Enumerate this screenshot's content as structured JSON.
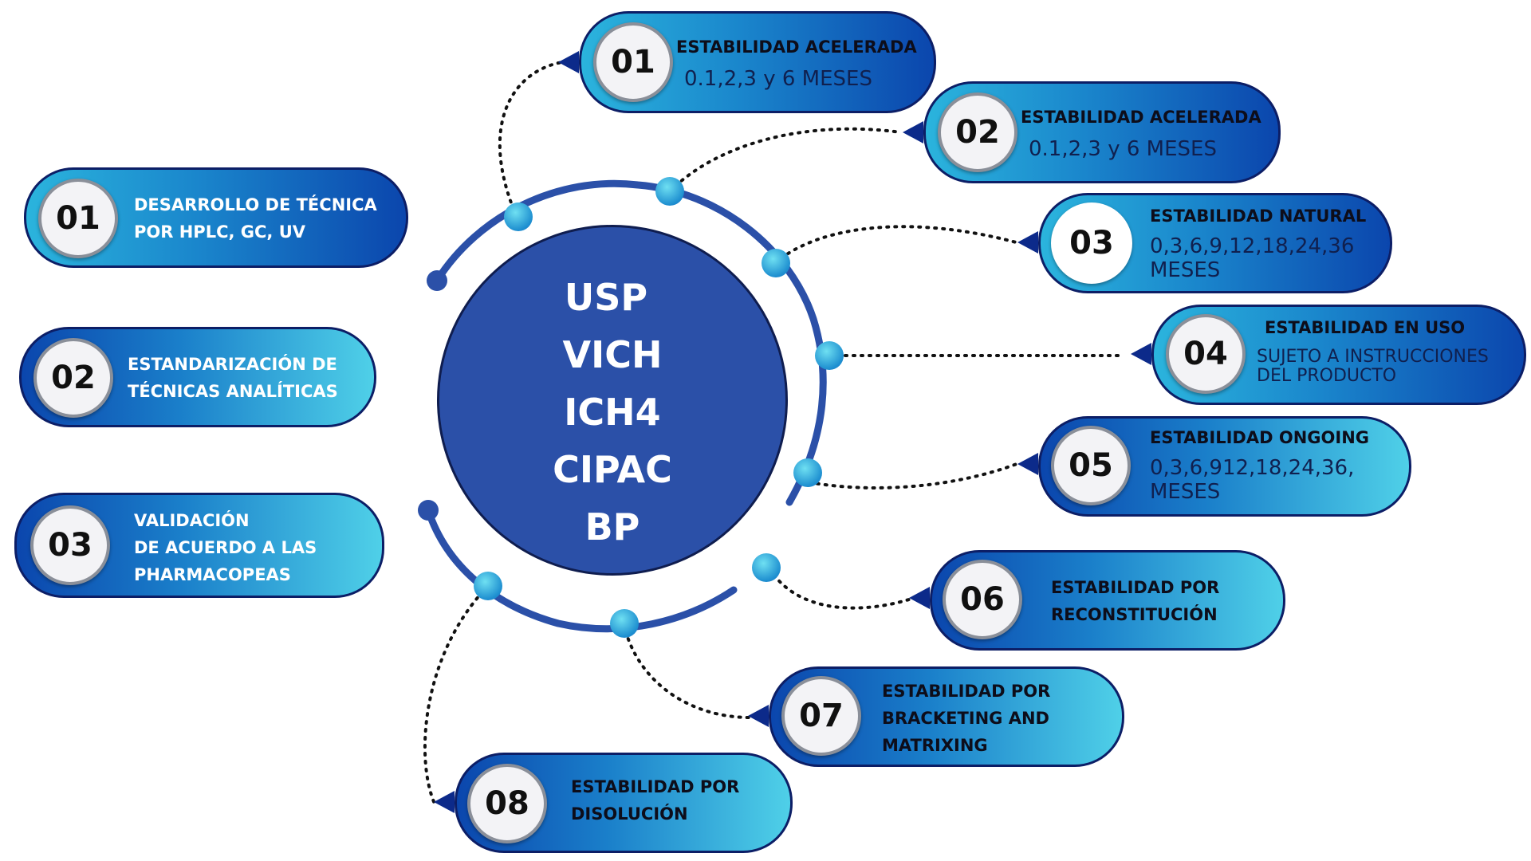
{
  "hub": {
    "lines": [
      "USP",
      "VICH",
      "ICH4",
      "CIPAC",
      "BP"
    ]
  },
  "left_items": [
    {
      "number": "01",
      "lines": [
        "DESARROLLO DE TÉCNICA",
        "POR HPLC, GC, UV"
      ]
    },
    {
      "number": "02",
      "lines": [
        "ESTANDARIZACIÓN DE",
        "TÉCNICAS ANALÍTICAS"
      ]
    },
    {
      "number": "03",
      "lines": [
        "VALIDACIÓN",
        "DE ACUERDO A LAS",
        "PHARMACOPEAS"
      ]
    }
  ],
  "right_items": [
    {
      "number": "01",
      "title": [
        "ESTABILIDAD ACELERADA"
      ],
      "detail": [
        "0.1,2,3 y 6 MESES"
      ]
    },
    {
      "number": "02",
      "title": [
        "ESTABILIDAD ACELERADA"
      ],
      "detail": [
        "0.1,2,3 y 6 MESES"
      ]
    },
    {
      "number": "03",
      "title": [
        "ESTABILIDAD NATURAL"
      ],
      "detail": [
        "0,3,6,9,12,18,24,36",
        "MESES"
      ]
    },
    {
      "number": "04",
      "title": [
        "ESTABILIDAD EN USO"
      ],
      "detail": [
        "SUJETO A INSTRUCCIONES",
        "DEL PRODUCTO"
      ]
    },
    {
      "number": "05",
      "title": [
        "ESTABILIDAD ONGOING"
      ],
      "detail": [
        "0,3,6,912,18,24,36,",
        "MESES"
      ]
    },
    {
      "number": "06",
      "title": [
        "ESTABILIDAD POR",
        "RECONSTITUCIÓN"
      ],
      "detail": []
    },
    {
      "number": "07",
      "title": [
        "ESTABILIDAD POR",
        "BRACKETING AND",
        "MATRIXING"
      ],
      "detail": []
    },
    {
      "number": "08",
      "title": [
        "ESTABILIDAD POR",
        "DISOLUCIÓN"
      ],
      "detail": []
    }
  ],
  "colors": {
    "hub": "#2b50a8",
    "ring": "#2b50a8",
    "outline": "#0c1e66",
    "connector": "#111111",
    "accent_dark": "#0b46ad",
    "accent_light": "#4fd0e8"
  }
}
